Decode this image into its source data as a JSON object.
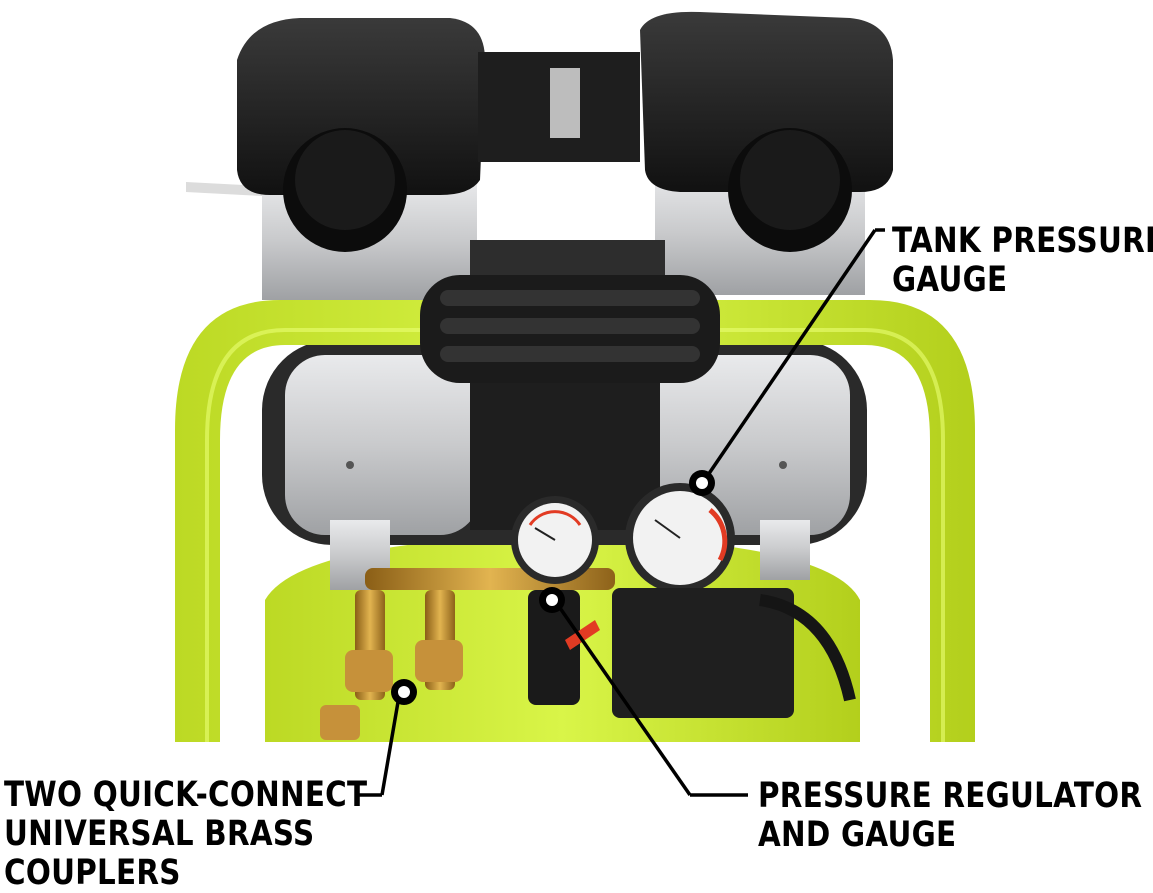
{
  "image": {
    "subject": "oil-free air compressor",
    "colors": {
      "frame_green": "#d2f13a",
      "frame_shadow": "#9fbd12",
      "black_plastic": "#1d1d1d",
      "aluminum": "#cfd0d2",
      "brass": "#c9962f",
      "regulator_red": "#e23b23"
    }
  },
  "callouts": [
    {
      "id": "tank-pressure-gauge",
      "lines": [
        "TANK PRESSURE",
        "GAUGE"
      ]
    },
    {
      "id": "quick-connect-couplers",
      "lines": [
        "TWO QUICK-CONNECT",
        "UNIVERSAL BRASS",
        "COUPLERS"
      ]
    },
    {
      "id": "pressure-regulator",
      "lines": [
        "PRESSURE REGULATOR",
        "AND GAUGE"
      ]
    }
  ]
}
